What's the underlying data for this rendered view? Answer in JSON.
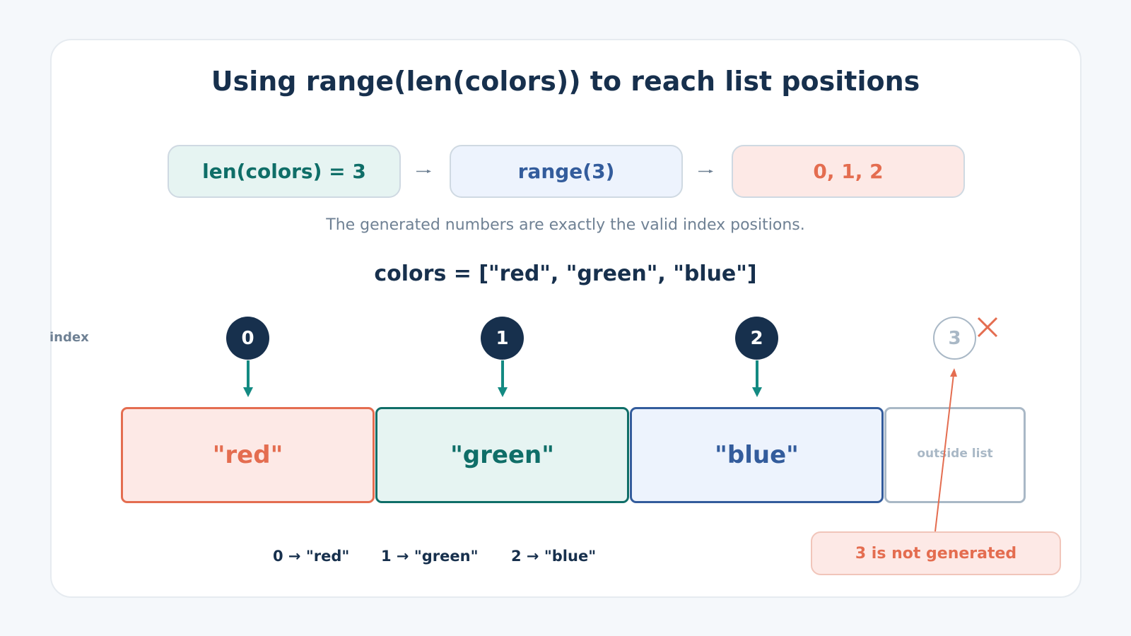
{
  "title": "Using range(len(colors)) to reach list positions",
  "pipeline": {
    "len_label": "len(colors) = 3",
    "range_label": "range(3)",
    "result_label": "0, 1, 2"
  },
  "subtitle": "The generated numbers are exactly the valid index positions.",
  "list_definition": "colors = [\"red\", \"green\", \"blue\"]",
  "index_label": "index",
  "indices": [
    "0",
    "1",
    "2"
  ],
  "out_of_range_index": "3",
  "cells": [
    "\"red\"",
    "\"green\"",
    "\"blue\""
  ],
  "outside_label": "outside list",
  "mappings": [
    "0 → \"red\"",
    "1 → \"green\"",
    "2 → \"blue\""
  ],
  "callout": "3 is not generated",
  "colors": {
    "red": "#e46d50",
    "green": "#0f6e68",
    "blue": "#335c9c",
    "navy": "#17304d",
    "gray": "#a9b8c6"
  }
}
